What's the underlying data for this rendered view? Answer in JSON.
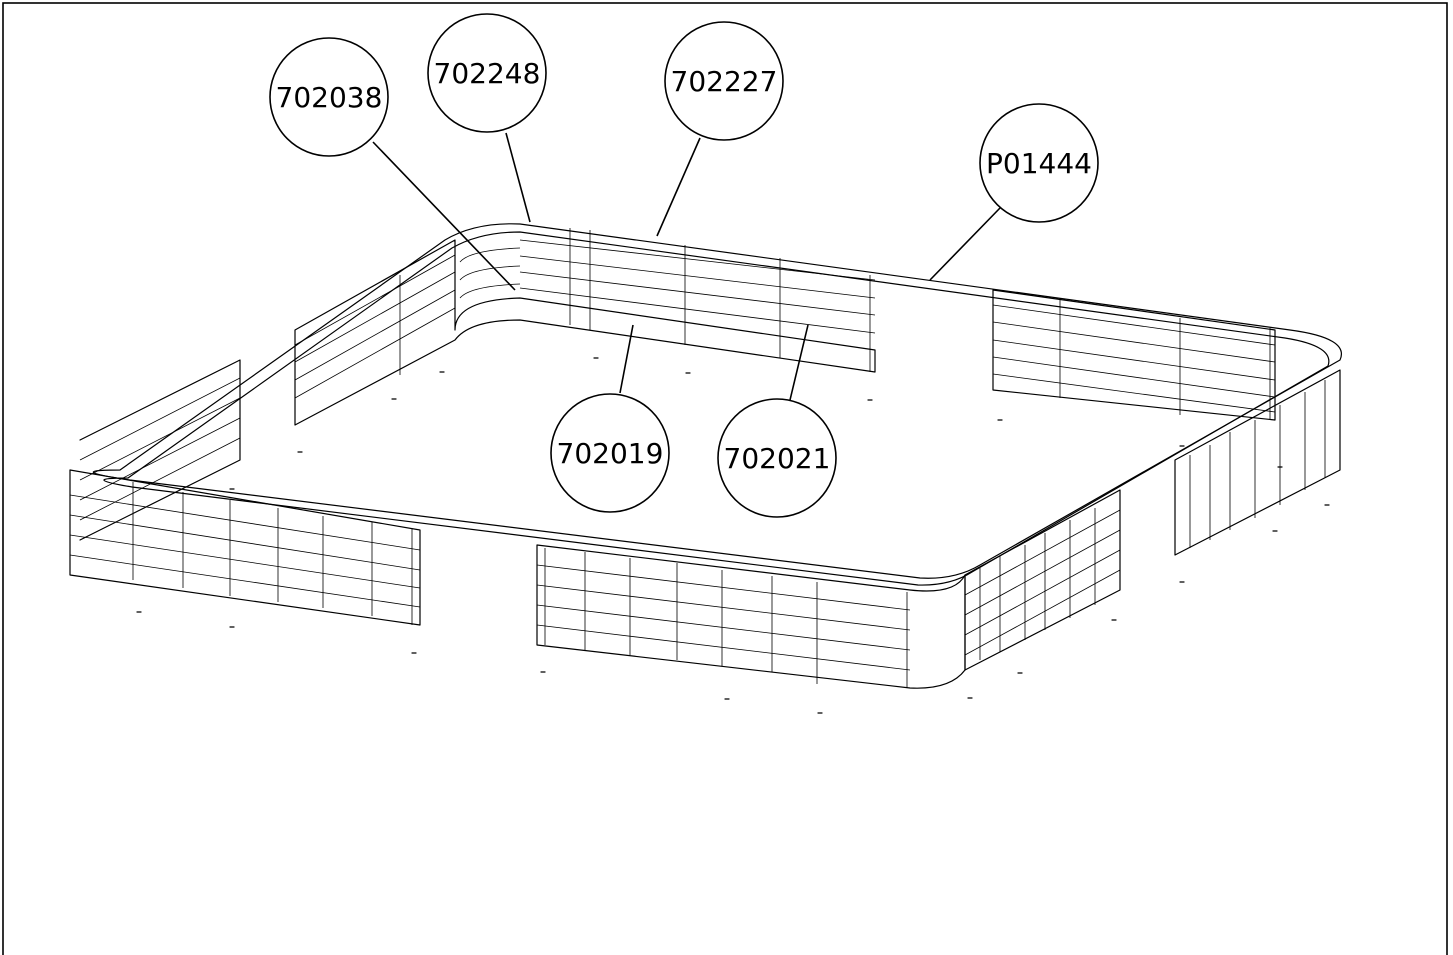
{
  "callouts": [
    {
      "id": "702038"
    },
    {
      "id": "702248"
    },
    {
      "id": "702227"
    },
    {
      "id": "P01444"
    },
    {
      "id": "702019"
    },
    {
      "id": "702021"
    }
  ]
}
